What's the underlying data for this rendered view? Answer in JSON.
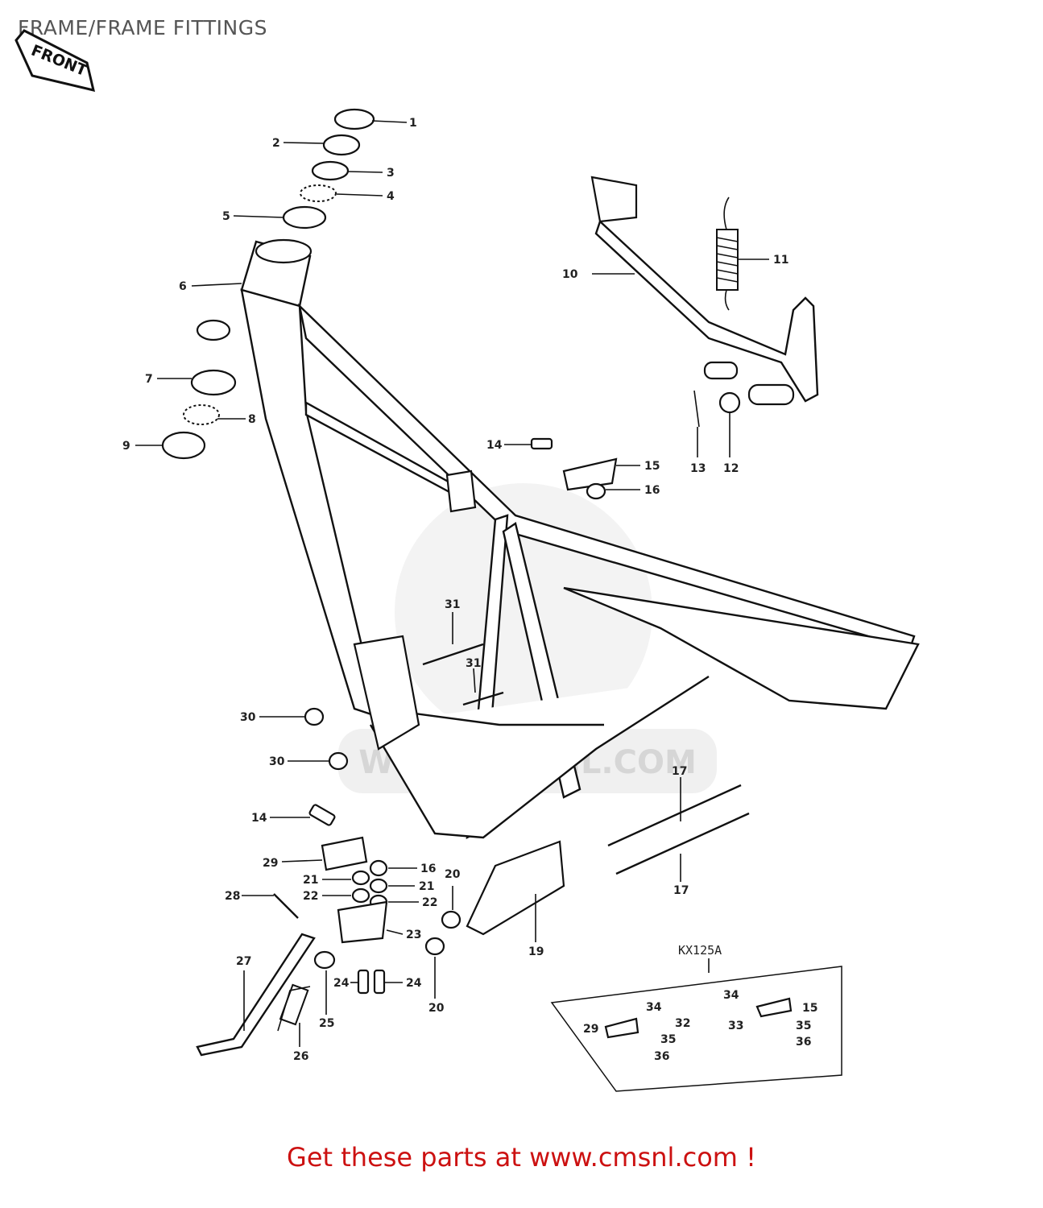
{
  "header": {
    "title": "FRAME/FRAME FITTINGS",
    "front_label": "FRONT"
  },
  "watermark": {
    "text": "WWW.CMSNL.COM"
  },
  "variant_box": {
    "label": "KX125A"
  },
  "callouts": [
    {
      "id": "c1",
      "text": "1"
    },
    {
      "id": "c2",
      "text": "2"
    },
    {
      "id": "c3",
      "text": "3"
    },
    {
      "id": "c4",
      "text": "4"
    },
    {
      "id": "c5",
      "text": "5"
    },
    {
      "id": "c6",
      "text": "6"
    },
    {
      "id": "c7",
      "text": "7"
    },
    {
      "id": "c8",
      "text": "8"
    },
    {
      "id": "c9",
      "text": "9"
    },
    {
      "id": "c10",
      "text": "10"
    },
    {
      "id": "c11",
      "text": "11"
    },
    {
      "id": "c12",
      "text": "12"
    },
    {
      "id": "c13",
      "text": "13"
    },
    {
      "id": "c14a",
      "text": "14"
    },
    {
      "id": "c15a",
      "text": "15"
    },
    {
      "id": "c16a",
      "text": "16"
    },
    {
      "id": "c31a",
      "text": "31"
    },
    {
      "id": "c31b",
      "text": "31"
    },
    {
      "id": "c30a",
      "text": "30"
    },
    {
      "id": "c30b",
      "text": "30"
    },
    {
      "id": "c14b",
      "text": "14"
    },
    {
      "id": "c17a",
      "text": "17"
    },
    {
      "id": "c17b",
      "text": "17"
    },
    {
      "id": "c29",
      "text": "29"
    },
    {
      "id": "c21a",
      "text": "21"
    },
    {
      "id": "c16b",
      "text": "16"
    },
    {
      "id": "c20a",
      "text": "20"
    },
    {
      "id": "c21b",
      "text": "21"
    },
    {
      "id": "c22a",
      "text": "22"
    },
    {
      "id": "c22b",
      "text": "22"
    },
    {
      "id": "c28",
      "text": "28"
    },
    {
      "id": "c23",
      "text": "23"
    },
    {
      "id": "c19",
      "text": "19"
    },
    {
      "id": "c27",
      "text": "27"
    },
    {
      "id": "c24a",
      "text": "24"
    },
    {
      "id": "c24b",
      "text": "24"
    },
    {
      "id": "c20b",
      "text": "20"
    },
    {
      "id": "c25",
      "text": "25"
    },
    {
      "id": "c26",
      "text": "26"
    },
    {
      "id": "k34a",
      "text": "34"
    },
    {
      "id": "k32",
      "text": "32"
    },
    {
      "id": "k29",
      "text": "29"
    },
    {
      "id": "k35a",
      "text": "35"
    },
    {
      "id": "k36a",
      "text": "36"
    },
    {
      "id": "k34b",
      "text": "34"
    },
    {
      "id": "k15",
      "text": "15"
    },
    {
      "id": "k33",
      "text": "33"
    },
    {
      "id": "k35b",
      "text": "35"
    },
    {
      "id": "k36b",
      "text": "36"
    }
  ],
  "footer": {
    "text": "Get these parts at www.cmsnl.com !"
  }
}
